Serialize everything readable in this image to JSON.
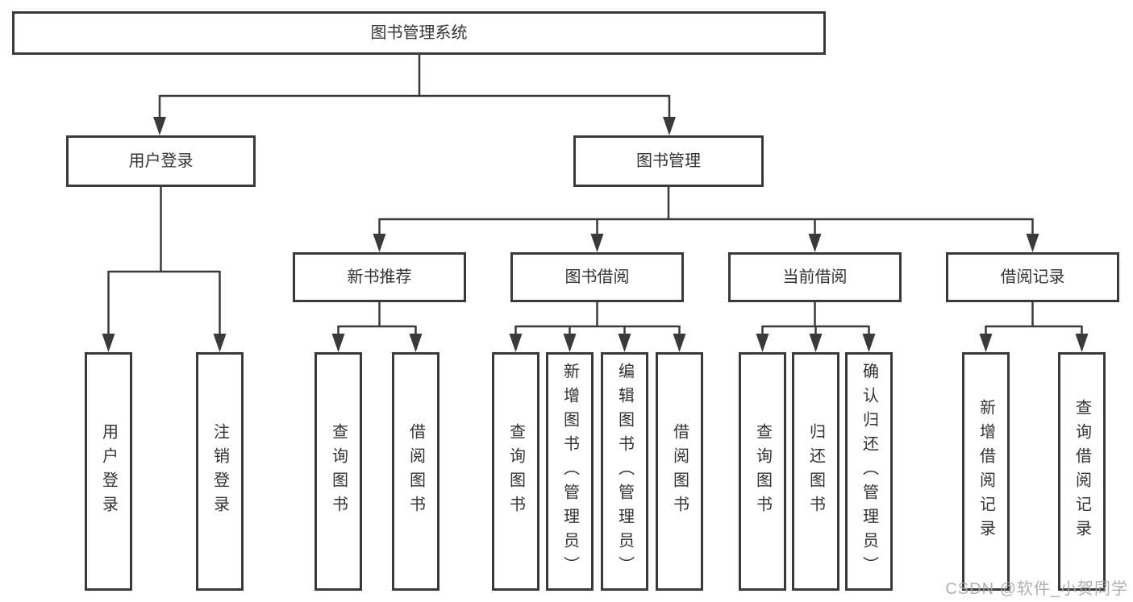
{
  "diagram": {
    "watermark": "CSDN @软件_小贺同学",
    "colors": {
      "line": "#3a3a3a",
      "text": "#333333",
      "background": "#ffffff",
      "watermark": "#a4a4a4"
    },
    "nodes": {
      "root": {
        "label": "图书管理系统"
      },
      "user_login": {
        "label": "用户登录"
      },
      "book_mgmt": {
        "label": "图书管理"
      },
      "new_book_rec": {
        "label": "新书推荐"
      },
      "book_borrow": {
        "label": "图书借阅"
      },
      "current_borrow": {
        "label": "当前借阅"
      },
      "borrow_records": {
        "label": "借阅记录"
      },
      "user_login_op": {
        "label": "用户登录"
      },
      "logout_op": {
        "label": "注销登录"
      },
      "rec_query": {
        "label": "查询图书"
      },
      "rec_borrow": {
        "label": "借阅图书"
      },
      "bb_query": {
        "label": "查询图书"
      },
      "bb_add": {
        "label": "新增图书（管理员）"
      },
      "bb_edit": {
        "label": "编辑图书（管理员）"
      },
      "bb_borrow": {
        "label": "借阅图书"
      },
      "cb_query": {
        "label": "查询图书"
      },
      "cb_return": {
        "label": "归还图书"
      },
      "cb_confirm": {
        "label": "确认归还（管理员）"
      },
      "br_add": {
        "label": "新增借阅记录"
      },
      "br_query": {
        "label": "查询借阅记录"
      }
    },
    "structure": {
      "root": [
        "user_login",
        "book_mgmt"
      ],
      "user_login": [
        "user_login_op",
        "logout_op"
      ],
      "book_mgmt": [
        "new_book_rec",
        "book_borrow",
        "current_borrow",
        "borrow_records"
      ],
      "new_book_rec": [
        "rec_query",
        "rec_borrow"
      ],
      "book_borrow": [
        "bb_query",
        "bb_add",
        "bb_edit",
        "bb_borrow"
      ],
      "current_borrow": [
        "cb_query",
        "cb_return",
        "cb_confirm"
      ],
      "borrow_records": [
        "br_add",
        "br_query"
      ]
    }
  }
}
